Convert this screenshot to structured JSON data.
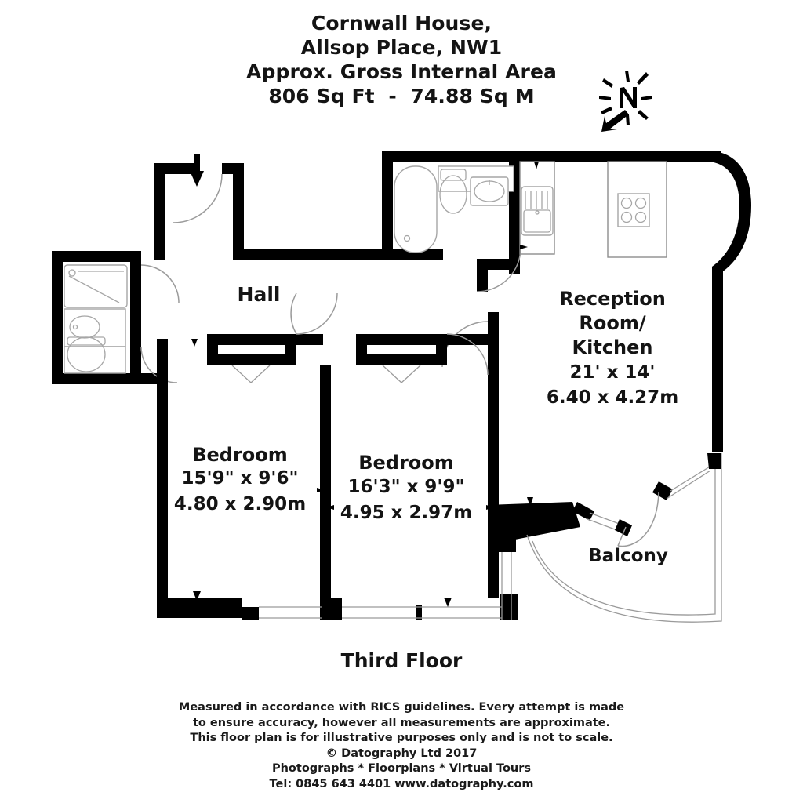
{
  "document": {
    "type": "floor-plan",
    "title_lines": [
      "Cornwall House,",
      "Allsop Place, NW1",
      "Approx. Gross Internal Area",
      "806 Sq Ft  -  74.88 Sq M"
    ],
    "property_name": "Cornwall House,",
    "address": "Allsop Place, NW1",
    "area_caption": "Approx. Gross Internal Area",
    "area_value": "806 Sq Ft  -  74.88 Sq M",
    "floor_label": "Third Floor",
    "compass": "north-arrow"
  },
  "rooms": {
    "hall": {
      "name": "Hall"
    },
    "bedroom_left": {
      "name": "Bedroom",
      "dim_imperial": "15'9\" x 9'6\"",
      "dim_metric": "4.80 x 2.90m"
    },
    "bedroom_right": {
      "name": "Bedroom",
      "dim_imperial": "16'3\" x 9'9\"",
      "dim_metric": "4.95 x 2.97m"
    },
    "reception": {
      "name_line1": "Reception",
      "name_line2": "Room/",
      "name_line3": "Kitchen",
      "dim_imperial": "21' x 14'",
      "dim_metric": "6.40 x 4.27m"
    },
    "balcony": {
      "name": "Balcony"
    }
  },
  "fixtures": {
    "bath": "bath-tub-icon",
    "wc_main": "toilet-icon",
    "basin_main": "wash-basin-icon",
    "shower": "shower-tray-icon",
    "basin_ensuite": "wash-basin-icon",
    "wc_ensuite": "toilet-icon",
    "sink": "kitchen-sink-icon",
    "hob": "cooker-hob-icon",
    "wardrobe_left": "built-in-wardrobe",
    "wardrobe_right": "built-in-wardrobe"
  },
  "footer": {
    "lines": [
      "Measured in accordance with RICS guidelines. Every attempt is made",
      "to ensure accuracy, however all measurements are approximate.",
      "This floor plan is for illustrative purposes only and is not to scale.",
      "© Datography Ltd 2017",
      "Photographs * Floorplans * Virtual Tours",
      "Tel: 0845 643 4401 www.datography.com"
    ],
    "line1": "Measured in accordance with RICS guidelines. Every attempt is made",
    "line2": "to ensure accuracy, however all measurements are approximate.",
    "line3": "This floor plan is for illustrative purposes only and is not to scale.",
    "copyright": "© Datography Ltd 2017",
    "services": "Photographs * Floorplans * Virtual Tours",
    "contact": "Tel: 0845 643 4401 www.datography.com"
  },
  "colors": {
    "wall": "#000000",
    "fixture_outline": "#a6a6a6",
    "background": "#ffffff",
    "text": "#141414"
  }
}
